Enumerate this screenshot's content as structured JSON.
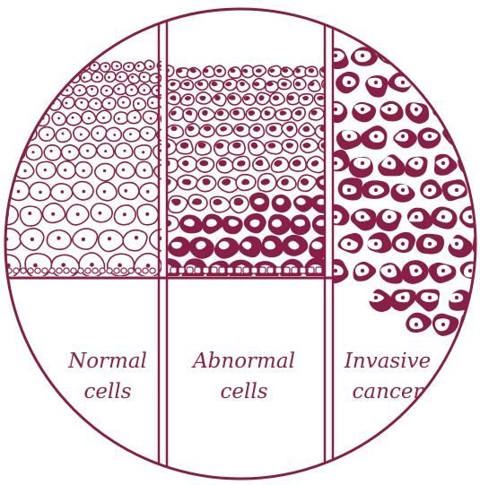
{
  "colors": {
    "outline": "#8a1f45",
    "fill": "#8a1f45",
    "label": "#8a2146",
    "background": "#ffffff"
  },
  "panels": [
    {
      "id": "normal",
      "label_line1": "Normal",
      "label_line2": "cells"
    },
    {
      "id": "abnormal",
      "label_line1": "Abnormal",
      "label_line2": "cells"
    },
    {
      "id": "invasive",
      "label_line1": "Invasive",
      "label_line2": "cancer"
    }
  ]
}
